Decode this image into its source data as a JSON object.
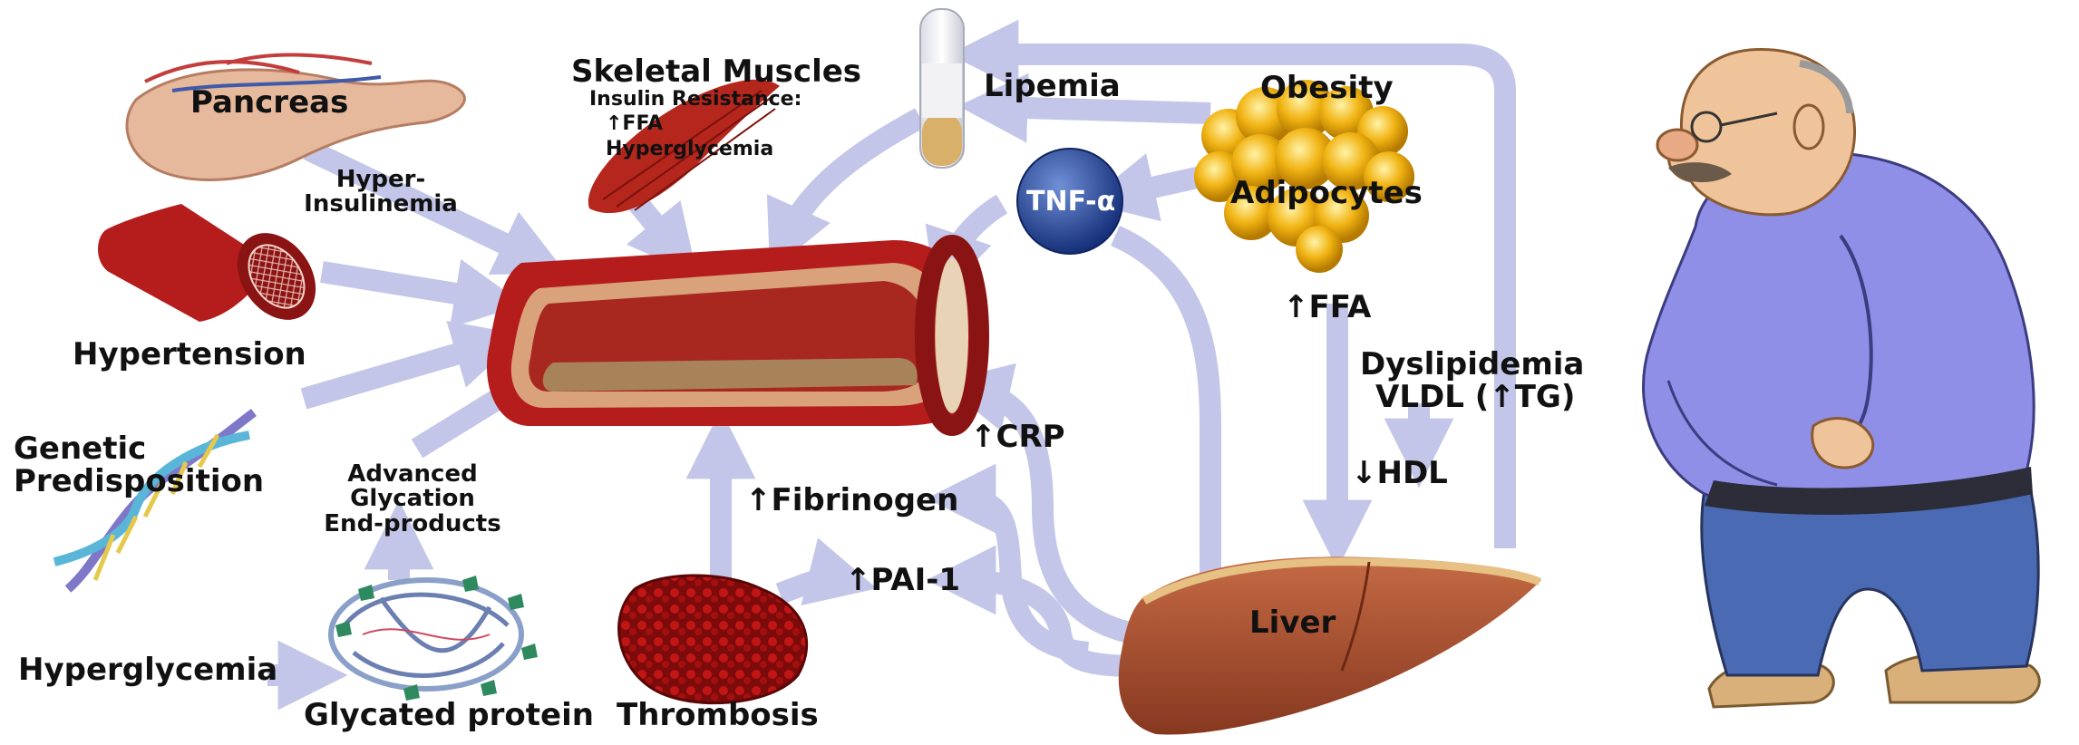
{
  "labels": {
    "pancreas": "Pancreas",
    "hyperinsulinemia_1": "Hyper-",
    "hyperinsulinemia_2": "Insulinemia",
    "skeletal_muscles": "Skeletal Muscles",
    "insulin_resistance": "Insulin Resistance:",
    "muscle_ffa": "↑FFA",
    "muscle_hyperglycemia": "Hyperglycemia",
    "lipemia": "Lipemia",
    "obesity": "Obesity",
    "adipocytes": "Adipocytes",
    "tnf_alpha": "TNF-α",
    "hypertension": "Hypertension",
    "genetic_1": "Genetic",
    "genetic_2": "Predisposition",
    "age_1": "Advanced",
    "age_2": "Glycation",
    "age_3": "End-products",
    "hyperglycemia": "Hyperglycemia",
    "glycated_protein": "Glycated protein",
    "thrombosis": "Thrombosis",
    "crp": "↑CRP",
    "fibrinogen": "↑Fibrinogen",
    "pai1": "↑PAI-1",
    "ffa": "↑FFA",
    "dyslipidemia": "Dyslipidemia",
    "vldl": "VLDL (↑TG)",
    "hdl": "↓HDL",
    "liver": "Liver"
  },
  "colors": {
    "arrow": "#c3c6e8",
    "vessel_outer": "#b31d1d",
    "vessel_inner": "#d8a07a",
    "liver": "#a84f33",
    "fat": "#f1b414",
    "shirt": "#8f8fe8",
    "pants": "#4a6ab3",
    "skin": "#f0c49a"
  }
}
